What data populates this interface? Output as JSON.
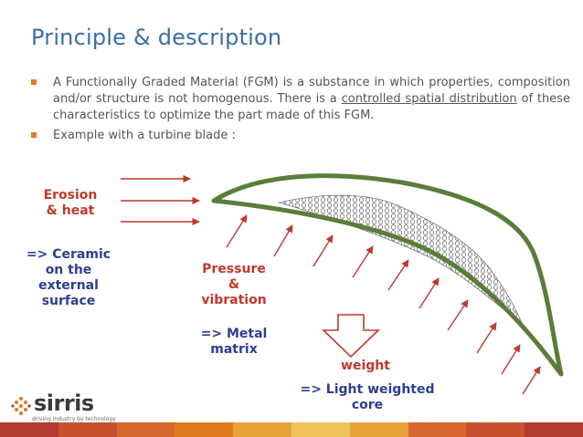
{
  "slide": {
    "title": "Principle & description",
    "bullet1": {
      "before": "A Functionally Graded Material (FGM) is a substance in which properties, composition and/or structure is not homogenous. There is a ",
      "underlined": "controlled spatial distribution",
      "after": " of these characteristics to optimize the part made of this FGM."
    },
    "bullet2": "Example with a turbine blade :"
  },
  "diagram": {
    "erosion_line1": "Erosion",
    "erosion_line2": "& heat",
    "ceramic_line1": "=> Ceramic",
    "ceramic_line2": "on the",
    "ceramic_line3": "external",
    "ceramic_line4": "surface",
    "pressure_line1": "Pressure",
    "pressure_line2": "&",
    "pressure_line3": "vibration",
    "metal_line1": "=> Metal",
    "metal_line2": "matrix",
    "weight": "weight",
    "light_line1": "=> Light weighted",
    "light_line2": "core"
  },
  "footer": {
    "logo": "sirris",
    "tagline": "driving industry by technology"
  },
  "colors": {
    "title": "#3a6ea8",
    "label_blue": "#2e3f8f",
    "label_red": "#c0392b",
    "arrow_red": "#c0392b",
    "blade_green": "#5a7d3a",
    "bullet_orange": "#e07b20"
  }
}
